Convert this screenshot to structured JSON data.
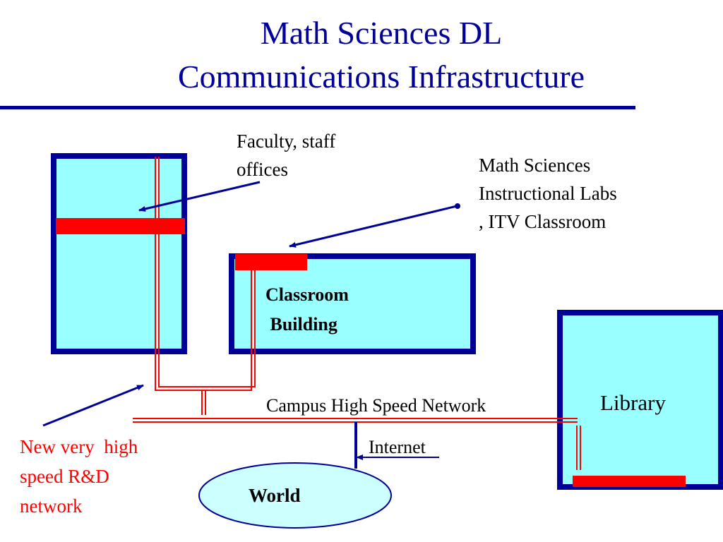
{
  "title": {
    "line1": "Math Sciences DL",
    "line2": "Communications Infrastructure"
  },
  "labels": {
    "faculty_line1": "Faculty, staff",
    "faculty_line2": "offices",
    "labs_line1": "Math Sciences",
    "labs_line2": "Instructional Labs",
    "labs_line3": ", ITV Classroom",
    "classroom_line1": "Classroom",
    "classroom_line2": " Building",
    "library": "Library",
    "campus_network": "Campus High Speed Network",
    "internet": "Internet",
    "world": "World",
    "rd_line1": "New very  high",
    "rd_line2": "speed R&D",
    "rd_line3": "network"
  },
  "colors": {
    "title": "#000099",
    "outline": "#000099",
    "building_fill": "#99ffff",
    "rd_network": "#ff0000",
    "text": "#000000",
    "rd_text": "#ff0000",
    "world_fill": "#ccffff"
  },
  "icons": {
    "arrow": "arrow-icon"
  }
}
